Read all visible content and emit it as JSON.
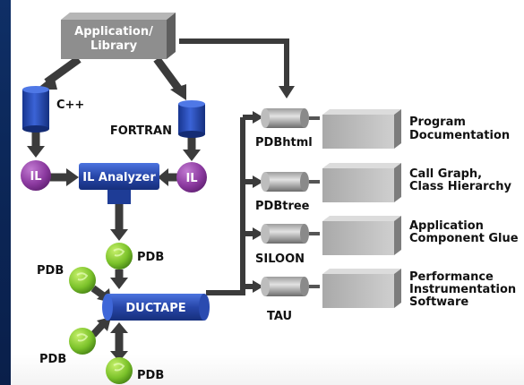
{
  "diagram": {
    "app_box": {
      "line1": "Application/",
      "line2": "Library"
    },
    "cpp_label": "C++",
    "fortran_label": "FORTRAN",
    "il_left": "IL",
    "il_right": "IL",
    "il_analyzer": "IL Analyzer",
    "pdb_top": "PDB",
    "pdb_left_top": "PDB",
    "pdb_left_bottom": "PDB",
    "pdb_bottom": "PDB",
    "ductape": "DUCTAPE",
    "tools": [
      {
        "name": "PDBhtml",
        "out1": "Program",
        "out2": "Documentation"
      },
      {
        "name": "PDBtree",
        "out1": "Call Graph,",
        "out2": "Class Hierarchy"
      },
      {
        "name": "SILOON",
        "out1": "Application",
        "out2": "Component Glue"
      },
      {
        "name": "TAU",
        "out1": "Performance",
        "out2": "Instrumentation",
        "out3": "Software"
      }
    ]
  }
}
